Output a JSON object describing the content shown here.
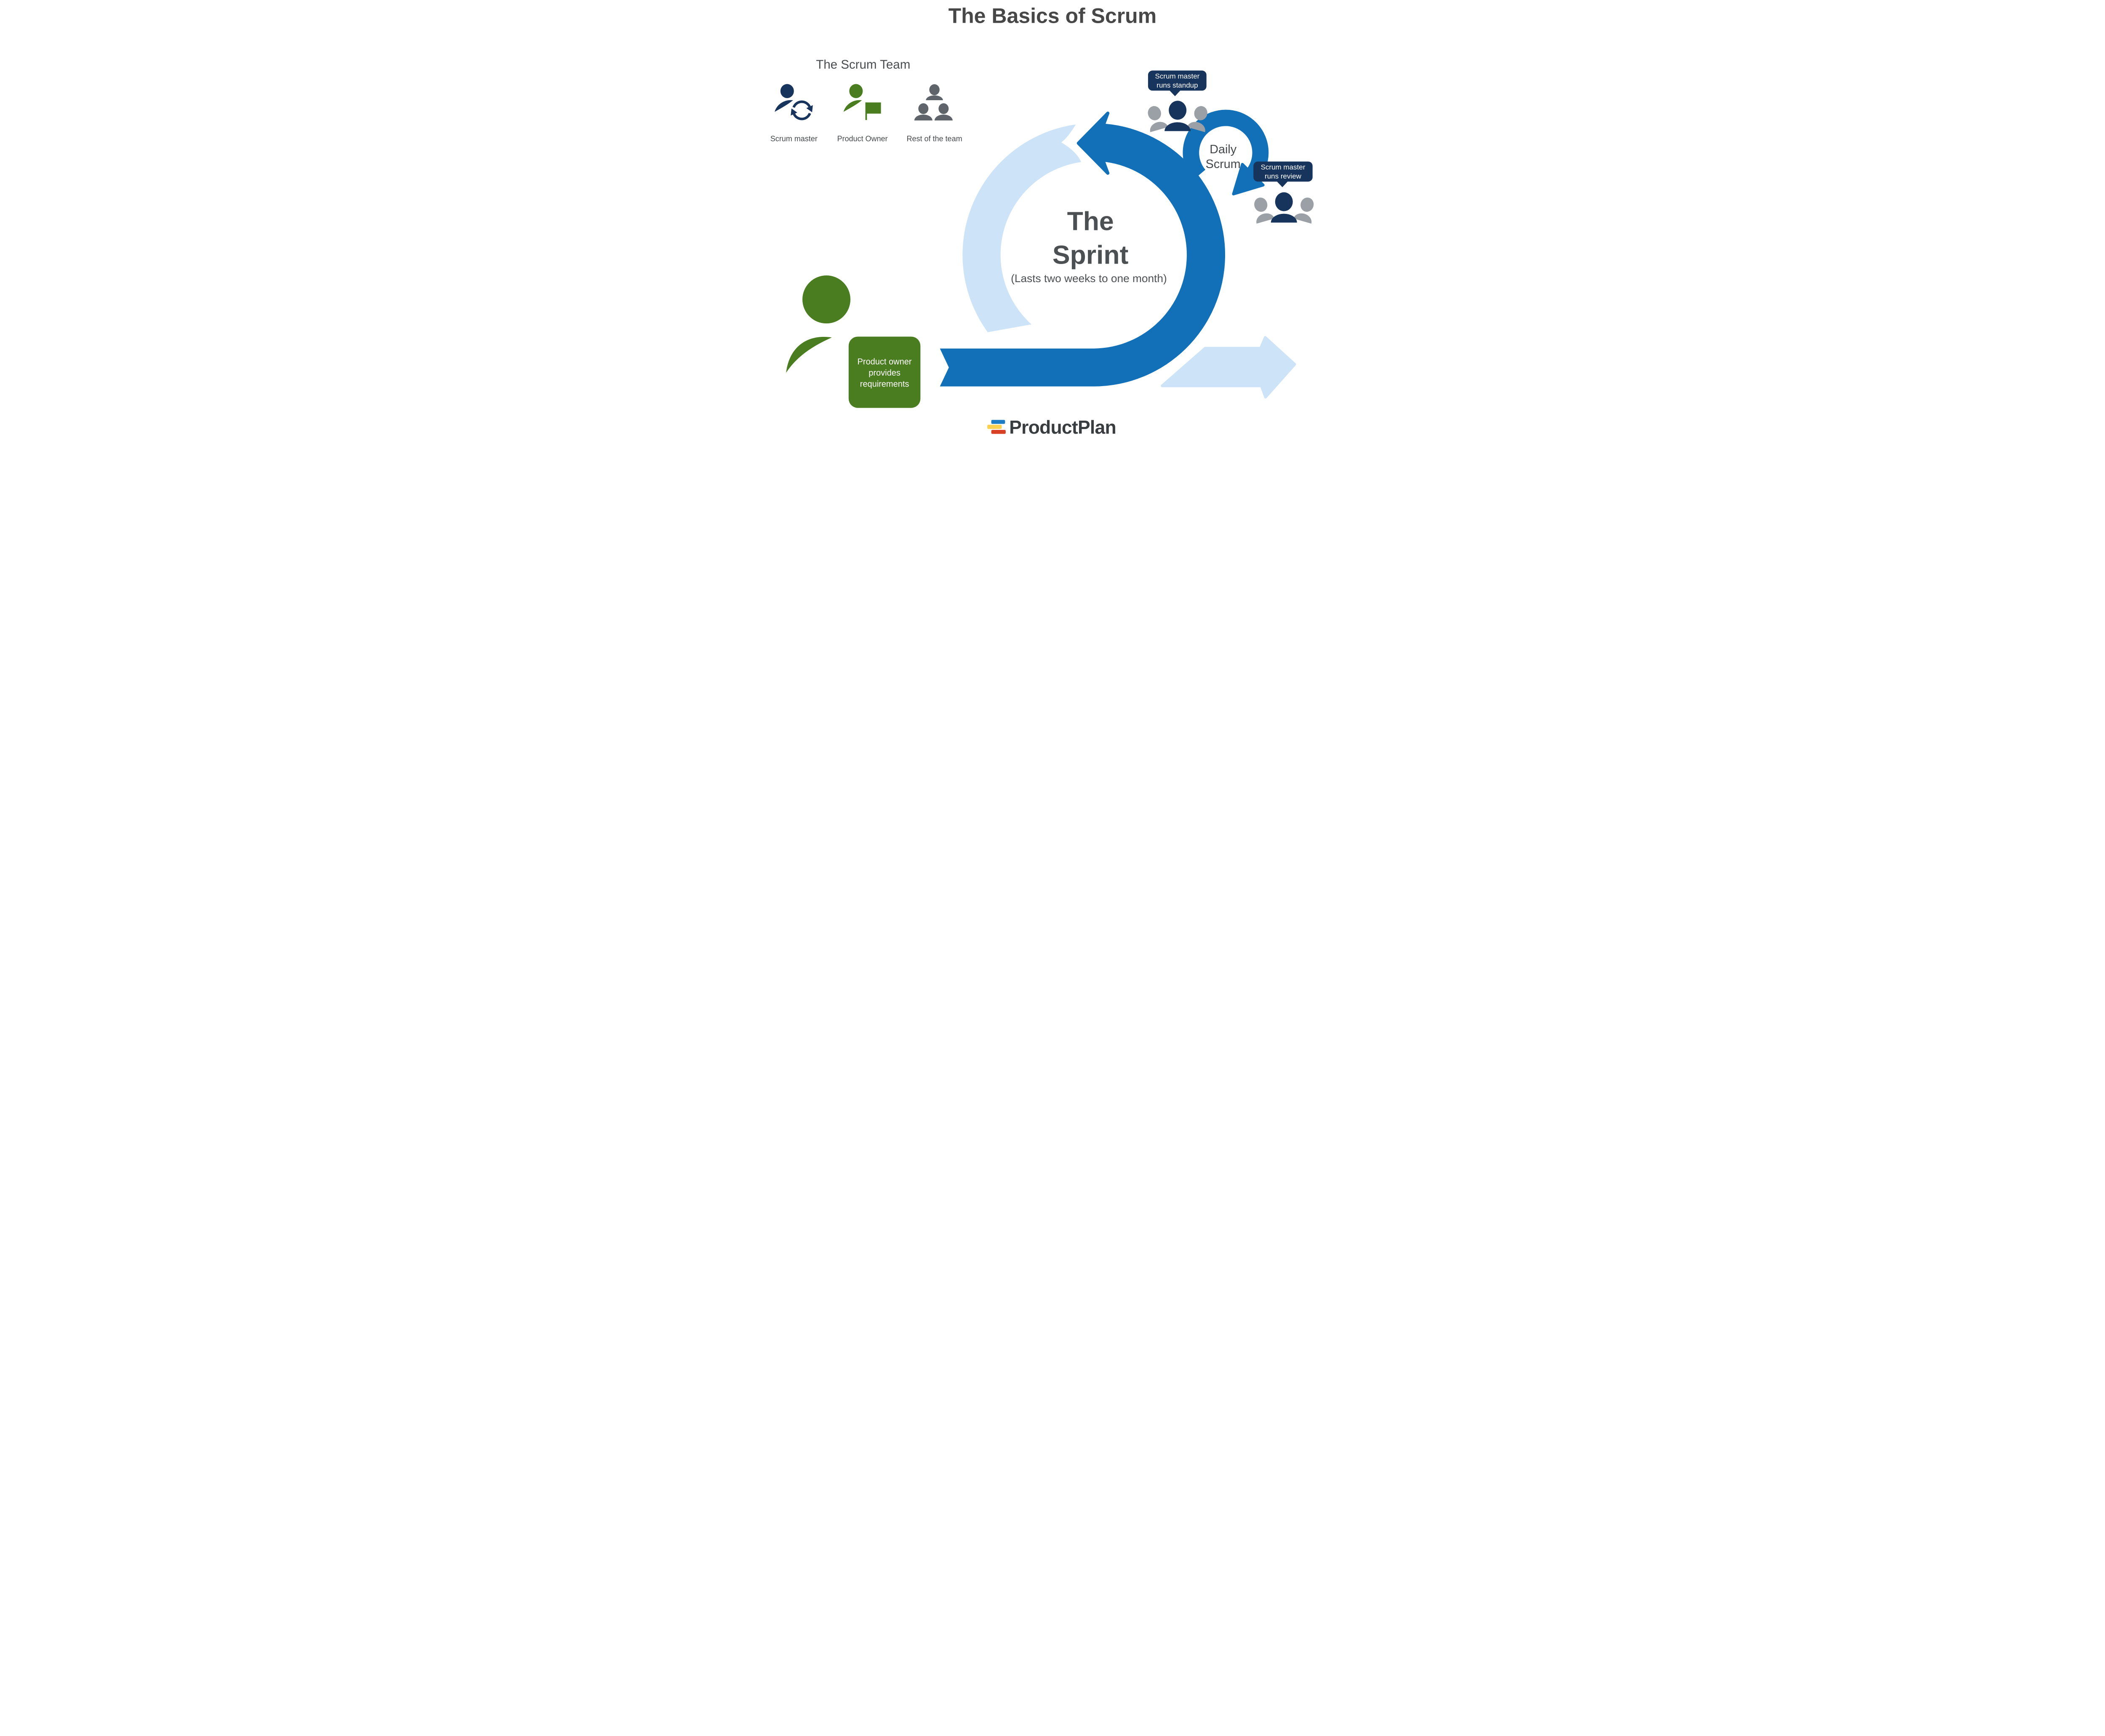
{
  "title": "The Basics of Scrum",
  "scrum_team": {
    "heading": "The Scrum Team",
    "members": [
      {
        "label": "Scrum master"
      },
      {
        "label": "Product Owner"
      },
      {
        "label": "Rest of the team"
      }
    ]
  },
  "sprint": {
    "word1": "The",
    "word2": "Sprint",
    "duration": "(Lasts two weeks to one month)"
  },
  "daily_scrum": {
    "word1": "Daily",
    "word2": "Scrum"
  },
  "standup_bubble": {
    "line1": "Scrum master",
    "line2": "runs standup"
  },
  "review_bubble": {
    "line1": "Scrum master",
    "line2": "runs review"
  },
  "product_owner_note": {
    "line1": "Product owner",
    "line2": "provides",
    "line3": "requirements"
  },
  "footer": {
    "brand": "ProductPlan"
  },
  "colors": {
    "sprint_blue": "#1270b8",
    "light_blue": "#cde3f8",
    "navy": "#17345c",
    "green": "#4a7d1f",
    "icon_gray": "#5f646b",
    "meeting_gray": "#9aa0a6",
    "logo_blue": "#1d7cc3",
    "logo_yellow": "#fdd14f",
    "logo_red": "#d94127"
  }
}
